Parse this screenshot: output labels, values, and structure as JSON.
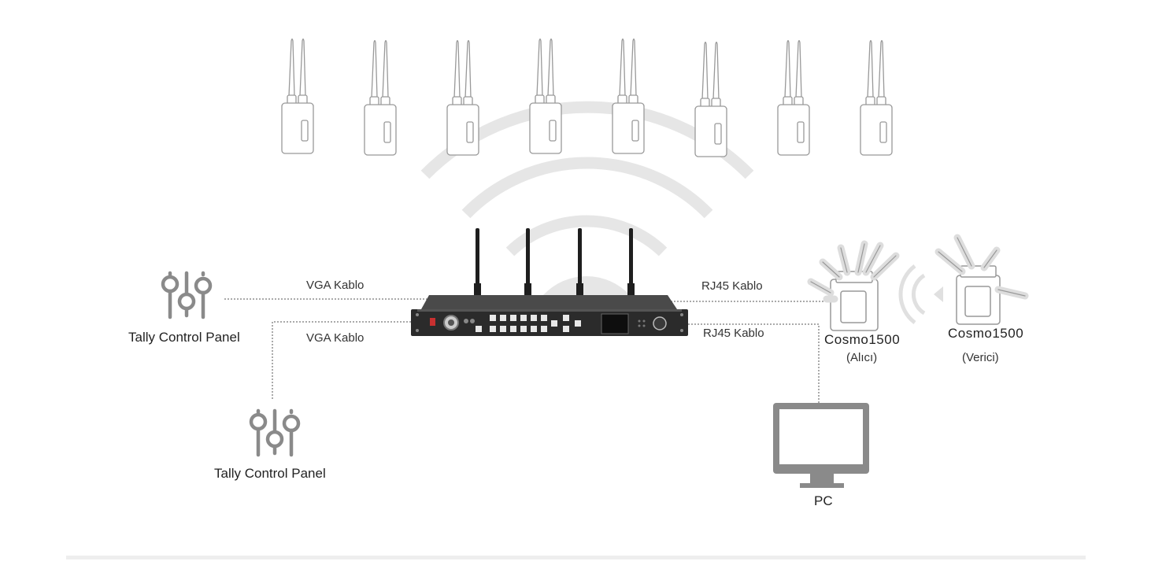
{
  "labels": {
    "vga_top": "VGA Kablo",
    "vga_bottom": "VGA Kablo",
    "rj45_top": "RJ45 Kablo",
    "rj45_bottom": "RJ45 Kablo",
    "tally_panel_1": "Tally Control Panel",
    "tally_panel_2": "Tally Control Panel",
    "cosmo_receiver_name": "Cosmo1500",
    "cosmo_receiver_role": "(Alıcı)",
    "cosmo_transmitter_name": "Cosmo1500",
    "cosmo_transmitter_role": "(Verici)",
    "pc": "PC"
  },
  "colors": {
    "signal_arc": "#e6e6e6",
    "icon_gray": "#8a8a8a",
    "device_outline": "#9a9a9a",
    "cable_line": "#555555",
    "rack_body": "#2b2b2b",
    "bottom_bar": "#eeeeee"
  },
  "icons": {
    "tally_panel": "sliders-icon",
    "pc": "monitor-icon",
    "wireless_signal": "wifi-signal-icon",
    "tally_receiver": "antenna-receiver-icon"
  },
  "tally_receivers_count": 8
}
